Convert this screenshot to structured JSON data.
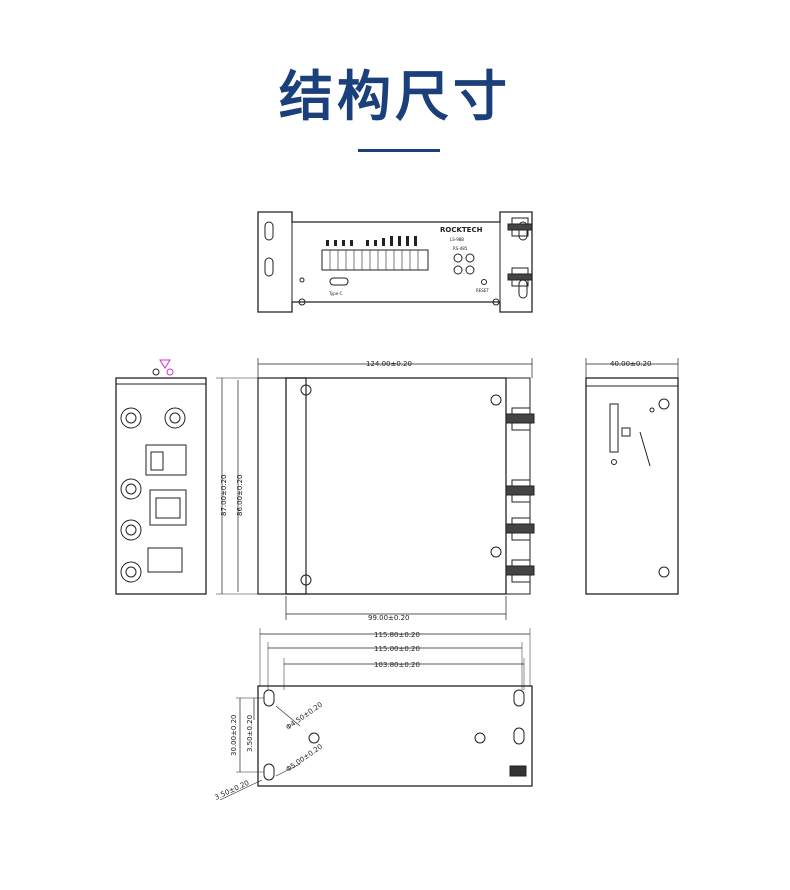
{
  "title": "结构尺寸",
  "colors": {
    "title": "#1b3f7a",
    "line": "#222222",
    "accent": "#cc33cc"
  },
  "front_panel": {
    "brand": "ROCKTECH",
    "model": "LS-98B",
    "tag": "RS-485",
    "usb_label": "Type-C",
    "reset_label": "RESET"
  },
  "dimensions": {
    "length_top": "124.00±0.20",
    "depth_side": "40.00±0.20",
    "height_outer": "87.00±0.20",
    "height_inner": "86.00±0.20",
    "width_bottom": "99.00±0.20",
    "mount_115_80": "115.80±0.20",
    "mount_115_00": "115.00±0.20",
    "mount_103_80": "103.80±0.20",
    "hole_spacing": "30.00±0.20",
    "hole_offset": "3.50±0.20",
    "slot_dia": "Φ4.50±0.20",
    "hole_dia": "Φ5.00±0.20",
    "edge_offset": "3.50±0.20"
  }
}
